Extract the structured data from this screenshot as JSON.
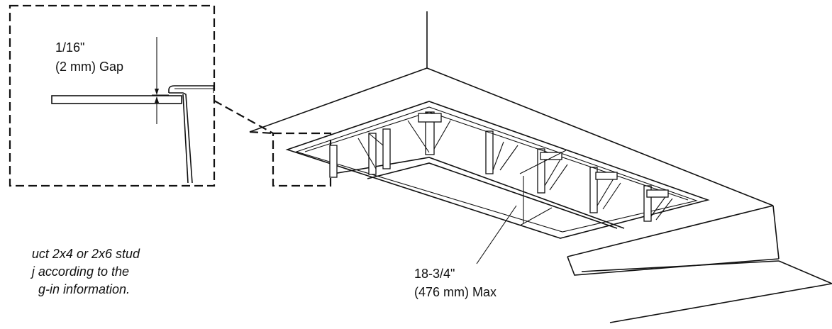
{
  "detail_callout": {
    "gap_line1": "1/16\"",
    "gap_line2": "(2 mm) Gap"
  },
  "note": {
    "lines": [
      "uct 2x4 or 2x6 stud",
      "j according to the",
      "g-in information."
    ]
  },
  "dimension": {
    "line1": "18-3/4\"",
    "line2": "(476 mm) Max"
  }
}
